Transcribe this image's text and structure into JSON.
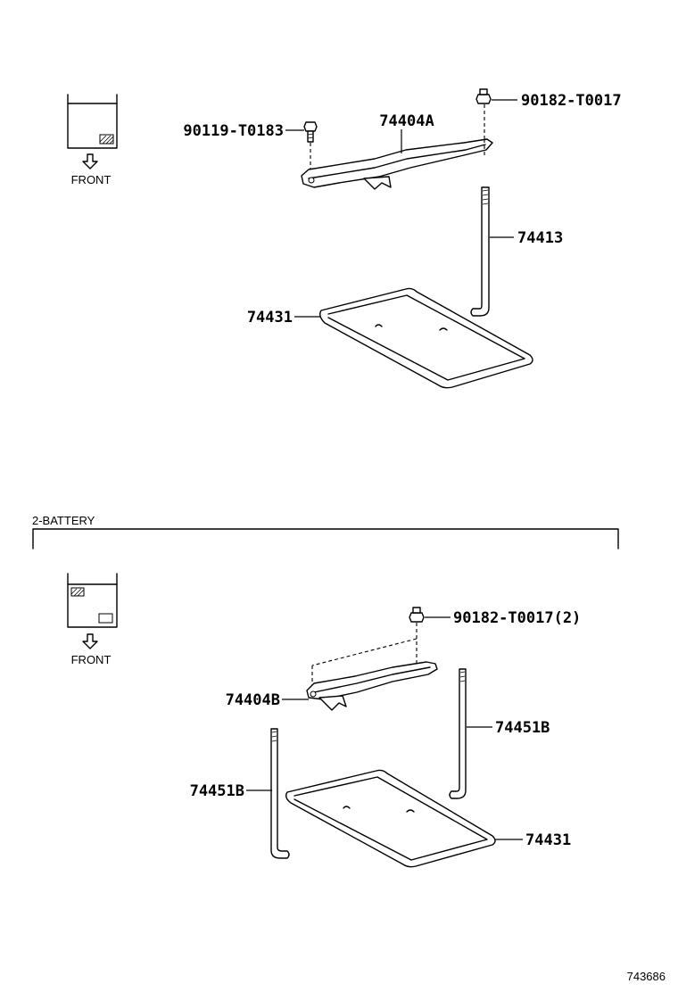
{
  "sections": {
    "top": {
      "front_label": "FRONT",
      "parts": {
        "bolt": "90119-T0183",
        "clamp": "74404A",
        "nut": "90182-T0017",
        "rod": "74413",
        "tray": "74431"
      }
    },
    "bottom": {
      "section_title": "2-BATTERY",
      "front_label": "FRONT",
      "parts": {
        "nut": "90182-T0017(2)",
        "clamp": "74404B",
        "rod_right": "74451B",
        "rod_left": "74451B",
        "tray": "74431"
      }
    }
  },
  "diagram_id": "743686"
}
